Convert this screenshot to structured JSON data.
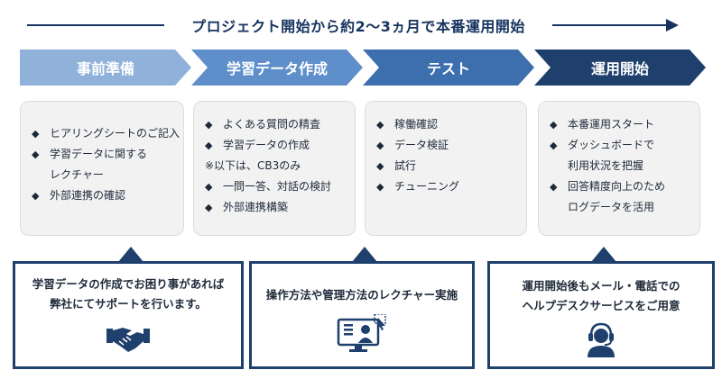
{
  "timeline": {
    "title": "プロジェクト開始から約2～3ヵ月で本番運用開始"
  },
  "phases": [
    {
      "label": "事前準備",
      "color": "#8fb1da"
    },
    {
      "label": "学習データ作成",
      "color": "#5f8fca"
    },
    {
      "label": "テスト",
      "color": "#3d6faf"
    },
    {
      "label": "運用開始",
      "color": "#1f3f6d"
    }
  ],
  "tasks": [
    {
      "items": [
        "ヒアリングシートのご記入",
        "学習データに関する",
        "レクチャー",
        "外部連携の確認"
      ]
    },
    {
      "items": [
        "よくある質問の精査",
        "学習データの作成",
        "※以下は、CB3のみ",
        "一問一答、対話の検討",
        "外部連携構築"
      ]
    },
    {
      "items": [
        "稼働確認",
        "データ検証",
        "試行",
        "チューニング"
      ]
    },
    {
      "items": [
        "本番運用スタート",
        "ダッシュボードで",
        "利用状況を把握",
        "回答精度向上のため",
        "ログデータを活用"
      ]
    }
  ],
  "bullet_glyph": "◆",
  "support": [
    {
      "line1": "学習データの作成でお困り事があれば",
      "line2": "弊社にてサポートを行います。",
      "icon": "handshake-icon"
    },
    {
      "line1": "操作方法や管理方法のレクチャー実施",
      "line2": "",
      "icon": "monitor-person-icon"
    },
    {
      "line1": "運用開始後もメール・電話での",
      "line2": "ヘルプデスクサービスをご用意",
      "icon": "headset-operator-icon"
    }
  ],
  "colors": {
    "navy": "#1f3f6d",
    "timeline": "#16335f",
    "box_bg": "#f2f2f2"
  }
}
